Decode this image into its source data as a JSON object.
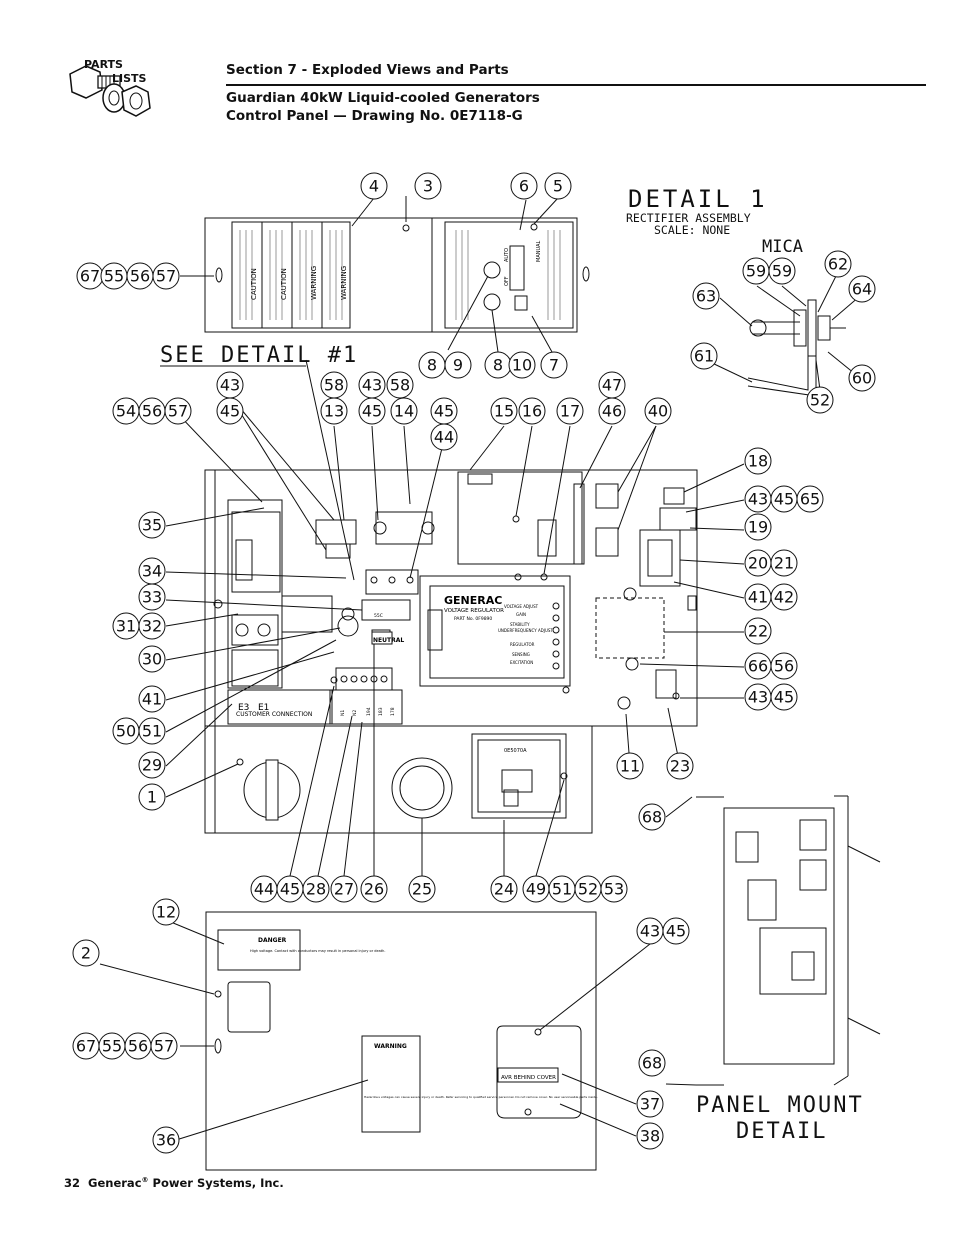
{
  "header": {
    "logo_line1": "PARTS",
    "logo_line2": "LISTS",
    "section": "Section 7 - Exploded Views and Parts",
    "title": "Guardian 40kW Liquid-cooled Generators",
    "subtitle": "Control Panel — Drawing No. 0E7118-G"
  },
  "footer": {
    "page_number": "32",
    "company": "Generac",
    "reg": "®",
    "company_suffix": " Power Systems, Inc."
  },
  "drawing": {
    "detail1_title": "DETAIL 1",
    "detail1_sub1": "RECTIFIER ASSEMBLY",
    "detail1_sub2": "SCALE: NONE",
    "mica_label": "MICA",
    "see_detail": "SEE DETAIL #1",
    "panel_mount1": "PANEL MOUNT",
    "panel_mount2": "DETAIL",
    "caution_label": "CAUTION",
    "warning_label": "WARNING",
    "auto_label": "AUTO",
    "off_label": "OFF",
    "manual_label": "MANUAL",
    "voltage_regulator_brand": "GENERAC",
    "voltage_regulator_name": "VOLTAGE REGULATOR",
    "vr_part": "PART No. 0F9890",
    "vr_labels": [
      "VOLTAGE ADJUST",
      "GAIN",
      "STABILITY",
      "UNDERFREQUENCY ADJUST",
      "REGULATOR",
      "SENSING",
      "EXCITATION"
    ],
    "neutral_label": "NEUTRAL",
    "customer_connection": "CUSTOMER CONNECTION",
    "e3_label": "E3",
    "e1_label": "E1",
    "tb_labels": [
      "N1",
      "N2",
      "194",
      "183",
      "178"
    ],
    "board_part": "0E5070A",
    "danger_label": "DANGER",
    "danger_text": "High voltage. Contact with conductors may result in personal injury or death.",
    "warning_label2": "WARNING",
    "warning_text": "Hazardous voltages can cause severe injury or death. Refer servicing to qualified service personnel. Do not remove cover. No user serviceable parts inside.",
    "avr_behind_cover": "AVR BEHIND COVER",
    "fuse_label": "55C"
  },
  "callouts": {
    "c3": "3",
    "c4": "4",
    "c5": "5",
    "c6": "6",
    "c67a": "67",
    "c55a": "55",
    "c56a": "56",
    "c57a": "57",
    "c8a": "8",
    "c9": "9",
    "c8b": "8",
    "c10": "10",
    "c7": "7",
    "c59a": "59",
    "c59b": "59",
    "c62": "62",
    "c63": "63",
    "c64": "64",
    "c61": "61",
    "c60": "60",
    "c52a": "52",
    "c43a": "43",
    "c45a": "45",
    "c58a": "58",
    "c13": "13",
    "c43b": "43",
    "c58b": "58",
    "c45b": "45",
    "c14": "14",
    "c45c": "45",
    "c44a": "44",
    "c15": "15",
    "c16": "16",
    "c17": "17",
    "c47": "47",
    "c46": "46",
    "c40": "40",
    "c54": "54",
    "c56b": "56",
    "c57b": "57",
    "c18": "18",
    "c43c": "43",
    "c45d": "45",
    "c65": "65",
    "c35": "35",
    "c19": "19",
    "c20": "20",
    "c21": "21",
    "c34": "34",
    "c33": "33",
    "c31": "31",
    "c32": "32",
    "c41a": "41",
    "c42": "42",
    "c22": "22",
    "c30": "30",
    "c66": "66",
    "c56c": "56",
    "c41b": "41",
    "c43d": "43",
    "c45e": "45",
    "c50": "50",
    "c51a": "51",
    "c29": "29",
    "c1": "1",
    "c11": "11",
    "c23": "23",
    "c68a": "68",
    "c44b": "44",
    "c45f": "45",
    "c28": "28",
    "c27": "27",
    "c26": "26",
    "c25": "25",
    "c24": "24",
    "c49": "49",
    "c51b": "51",
    "c52b": "52",
    "c53": "53",
    "c12": "12",
    "c2": "2",
    "c43e": "43",
    "c45g": "45",
    "c67b": "67",
    "c55b": "55",
    "c56d": "56",
    "c57c": "57",
    "c68b": "68",
    "c37": "37",
    "c36": "36",
    "c38": "38"
  }
}
